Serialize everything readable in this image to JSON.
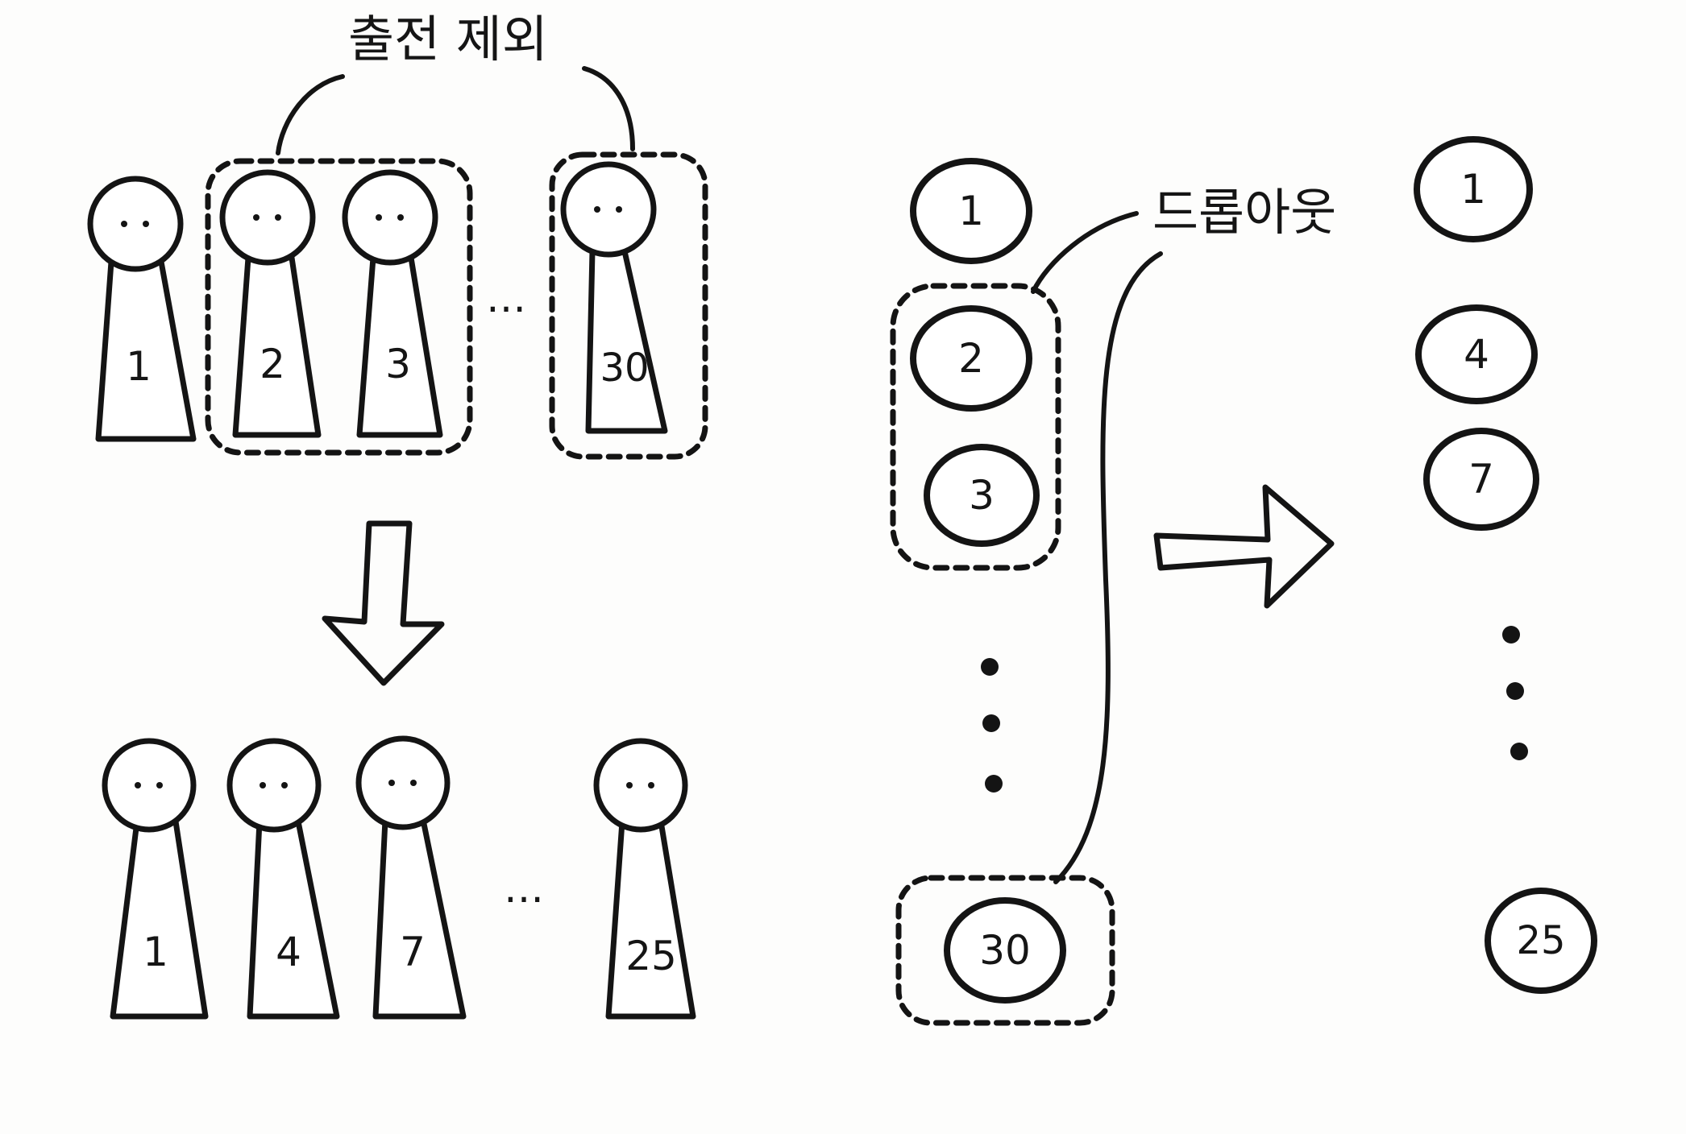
{
  "labels": {
    "exclude": "출전 제외",
    "dropout": "드롭아웃"
  },
  "players_before": [
    "1",
    "2",
    "3",
    "30"
  ],
  "players_after": [
    "1",
    "4",
    "7",
    "25"
  ],
  "nodes_before": [
    "1",
    "2",
    "3",
    "30"
  ],
  "nodes_after": [
    "1",
    "4",
    "7",
    "25"
  ],
  "ellipsis": "…",
  "colors": {
    "ink": "#141414",
    "paper": "#fdfdfc"
  }
}
